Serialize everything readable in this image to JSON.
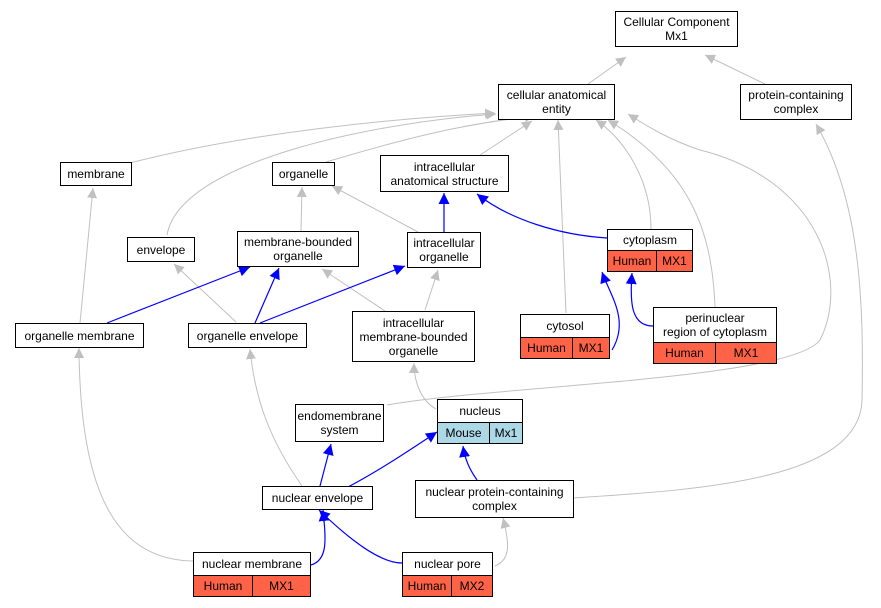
{
  "colors": {
    "grey_edge": "#c0c0c0",
    "blue_edge": "#0000ff",
    "human_cell": "#ff6347",
    "mouse_cell": "#add8e6"
  },
  "nodes": {
    "root": "Cellular Component\nMx1",
    "cellular_anatomical_entity": "cellular anatomical\nentity",
    "protein_containing_complex": "protein-containing\ncomplex",
    "membrane": "membrane",
    "organelle": "organelle",
    "intracellular_anatomical_structure": "intracellular\nanatomical structure",
    "envelope": "envelope",
    "membrane_bounded_organelle": "membrane-bounded\norganelle",
    "intracellular_organelle": "intracellular\norganelle",
    "cytoplasm": "cytoplasm",
    "organelle_membrane": "organelle membrane",
    "organelle_envelope": "organelle envelope",
    "intracellular_membrane_bounded_organelle": "intracellular\nmembrane-bounded\norganelle",
    "cytosol": "cytosol",
    "perinuclear_region": "perinuclear\nregion of cytoplasm",
    "endomembrane_system": "endomembrane\nsystem",
    "nucleus": "nucleus",
    "nuclear_envelope": "nuclear envelope",
    "nuclear_protein_containing_complex": "nuclear protein-containing\ncomplex",
    "nuclear_membrane": "nuclear membrane",
    "nuclear_pore": "nuclear pore"
  },
  "annotations": {
    "cytoplasm": {
      "species": "Human",
      "gene": "MX1"
    },
    "cytosol": {
      "species": "Human",
      "gene": "MX1"
    },
    "perinuclear_region": {
      "species": "Human",
      "gene": "MX1"
    },
    "nucleus": {
      "species": "Mouse",
      "gene": "Mx1"
    },
    "nuclear_membrane": {
      "species": "Human",
      "gene": "MX1"
    },
    "nuclear_pore": {
      "species": "Human",
      "gene": "MX2"
    }
  }
}
